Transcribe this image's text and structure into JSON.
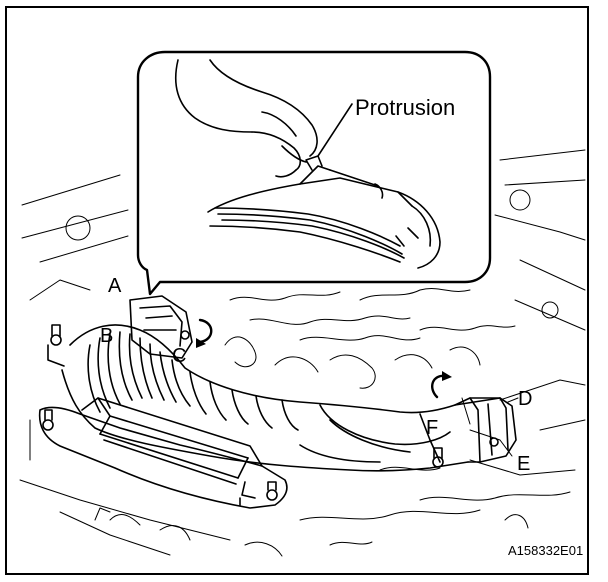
{
  "figure": {
    "inset_label": "Protrusion",
    "part_labels": {
      "a": "A",
      "b": "B",
      "c": "C",
      "d": "D",
      "e": "E",
      "f": "F"
    },
    "figure_id": "A158332E01"
  }
}
